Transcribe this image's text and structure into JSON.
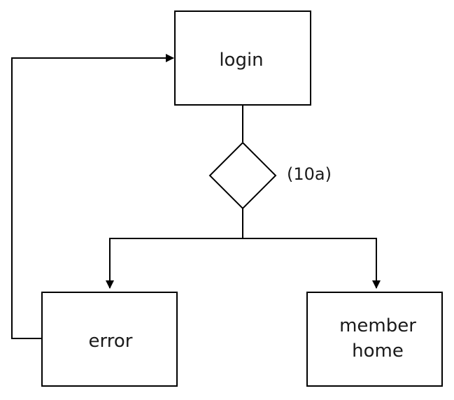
{
  "nodes": {
    "login": {
      "label": "login"
    },
    "decision": {
      "label": "(10a)"
    },
    "error": {
      "label": "error"
    },
    "member_home": {
      "line1": "member",
      "line2": "home"
    }
  },
  "edges": [
    {
      "from": "login",
      "to": "decision",
      "arrow": false
    },
    {
      "from": "decision",
      "to": "error",
      "arrow": true
    },
    {
      "from": "decision",
      "to": "member_home",
      "arrow": true
    },
    {
      "from": "error",
      "to": "login",
      "arrow": true
    }
  ],
  "colors": {
    "stroke": "#000000",
    "fill": "#ffffff",
    "text": "#1a1a1a"
  }
}
